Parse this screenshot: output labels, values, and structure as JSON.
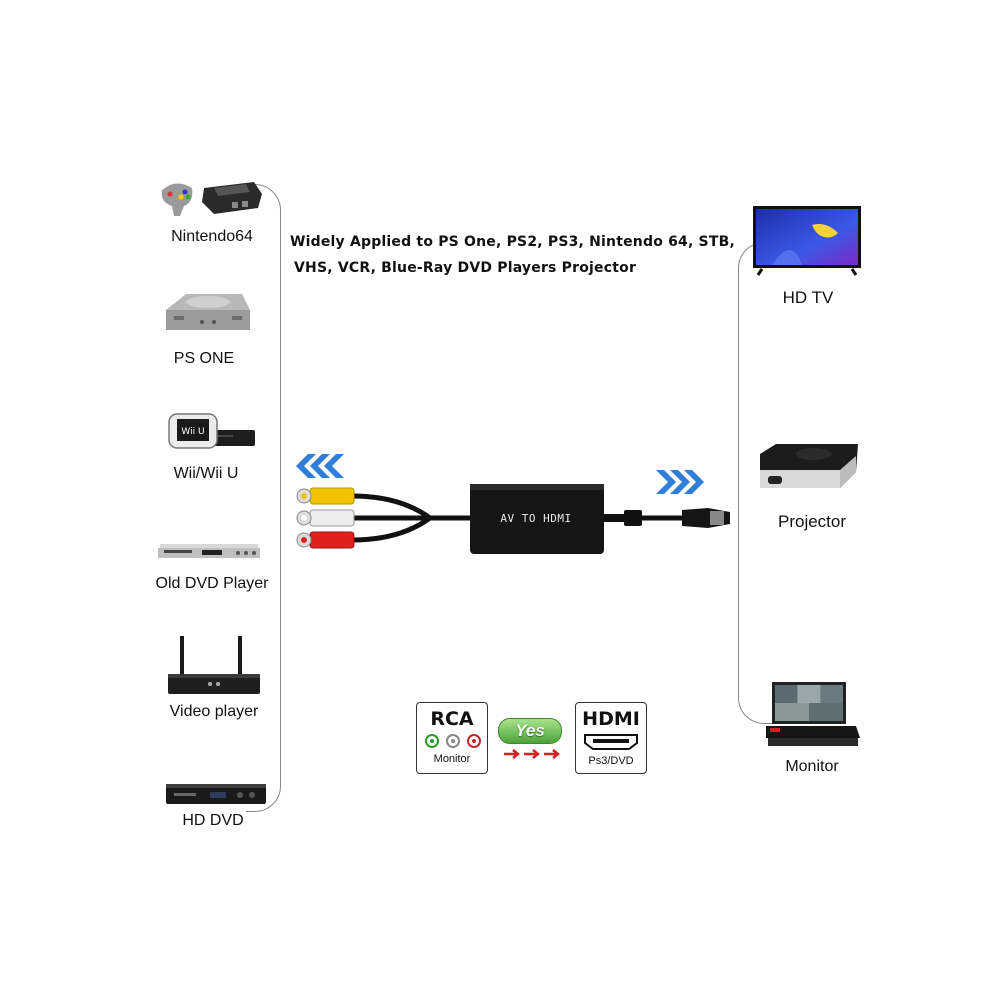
{
  "headline": {
    "line1": "Widely Applied to PS One, PS2, PS3, Nintendo 64, STB,",
    "line2": "VHS, VCR, Blue-Ray DVD Players Projector"
  },
  "sources": [
    {
      "label": "Nintendo64",
      "icon": "nintendo64-console-icon"
    },
    {
      "label": "PS ONE",
      "icon": "ps-one-console-icon"
    },
    {
      "label": "Wii/Wii U",
      "icon": "wii-u-console-icon"
    },
    {
      "label": "Old DVD Player",
      "icon": "dvd-player-icon"
    },
    {
      "label": "Video player",
      "icon": "video-player-icon"
    },
    {
      "label": "HD DVD",
      "icon": "hd-dvd-player-icon"
    }
  ],
  "outputs": [
    {
      "label": "HD TV",
      "icon": "tv-icon"
    },
    {
      "label": "Projector",
      "icon": "projector-icon"
    },
    {
      "label": "Monitor",
      "icon": "monitor-icon"
    }
  ],
  "converter": {
    "box_label": "AV TO HDMI",
    "input_arrow_icon": "double-chevron-left-icon",
    "output_arrow_icon": "double-chevron-right-icon"
  },
  "compat": {
    "rca_title": "RCA",
    "rca_sub": "Monitor",
    "yes_label": "Yes",
    "hdmi_title": "HDMI",
    "hdmi_sub": "Ps3/DVD"
  },
  "colors": {
    "arrow_blue": "#2f7fd8",
    "rca_yellow": "#f2c400",
    "rca_white": "#eeeeee",
    "rca_red": "#e0201c",
    "yes_green": "#4ca33a",
    "small_arrow_red": "#d42020"
  }
}
